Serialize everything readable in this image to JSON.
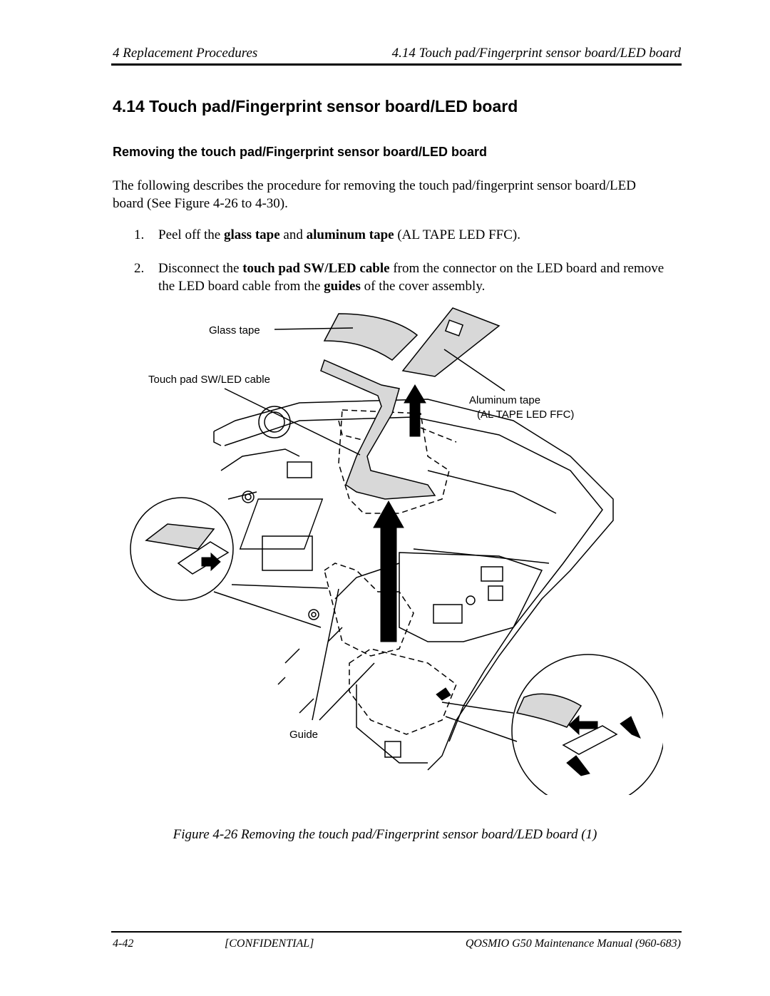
{
  "header": {
    "left": "4 Replacement Procedures",
    "right": "4.14 Touch pad/Fingerprint sensor board/LED board"
  },
  "section": {
    "title": "4.14 Touch pad/Fingerprint sensor board/LED board",
    "subtitle": "Removing the touch pad/Fingerprint sensor board/LED board"
  },
  "intro": "The following describes the procedure for removing the touch pad/fingerprint sensor board/LED board (See Figure 4-26 to 4-30).",
  "steps": [
    {
      "number": "1.",
      "parts": [
        {
          "text": "Peel off the ",
          "bold": false
        },
        {
          "text": "glass tape",
          "bold": true
        },
        {
          "text": " and ",
          "bold": false
        },
        {
          "text": "aluminum tape",
          "bold": true
        },
        {
          "text": " (AL TAPE LED FFC).",
          "bold": false
        }
      ]
    },
    {
      "number": "2.",
      "parts": [
        {
          "text": "Disconnect the ",
          "bold": false
        },
        {
          "text": "touch pad SW/LED cable",
          "bold": true
        },
        {
          "text": " from the connector on the LED board and remove the LED board cable from the ",
          "bold": false
        },
        {
          "text": "guides",
          "bold": true
        },
        {
          "text": " of the cover assembly.",
          "bold": false
        }
      ]
    }
  ],
  "figure": {
    "labels": {
      "glass_tape": "Glass tape",
      "cable": "Touch pad SW/LED cable",
      "aluminum_tape": "Aluminum tape",
      "al_tape_code": "(AL TAPE LED FFC)",
      "guide": "Guide"
    },
    "caption": "Figure 4-26 Removing the touch pad/Fingerprint sensor board/LED board (1)"
  },
  "footer": {
    "page": "4-42",
    "confidential": "[CONFIDENTIAL]",
    "manual": "QOSMIO G50 Maintenance Manual (960-683)"
  }
}
